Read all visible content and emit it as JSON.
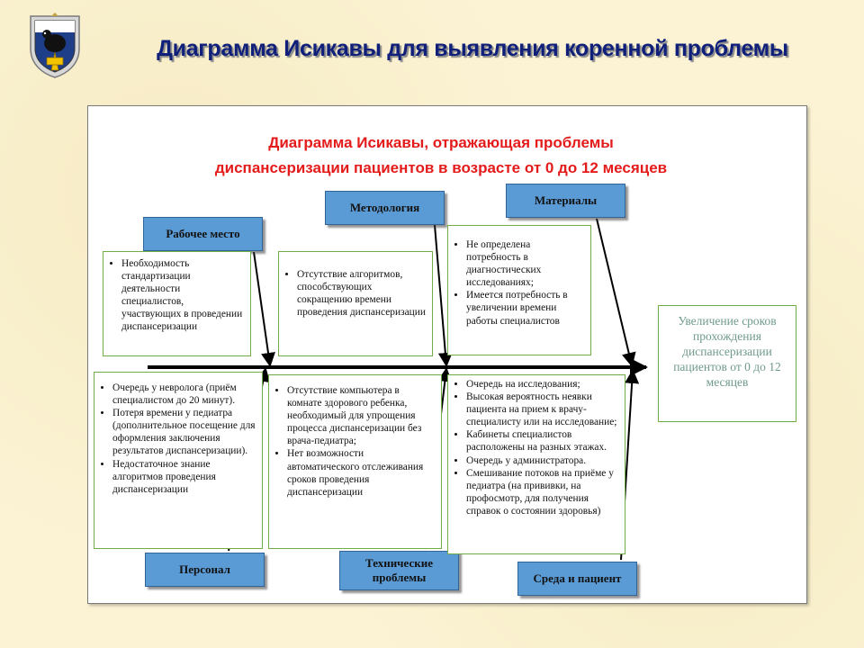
{
  "header": {
    "title": "Диаграмма Исикавы для выявления коренной проблемы"
  },
  "diagram": {
    "title_line1": "Диаграмма Исикавы, отражающая проблемы",
    "title_line2": "диспансеризации пациентов в возрасте от 0 до 12 месяцев",
    "effect": "Увеличение сроков прохождения диспансеризации пациентов от 0 до 12 месяцев",
    "categories": {
      "workplace": "Рабочее место",
      "methodology": "Методология",
      "materials": "Материалы",
      "staff": "Персонал",
      "technical_line1": "Технические",
      "technical_line2": "проблемы",
      "environment": "Среда и пациент"
    },
    "causes": {
      "workplace": [
        "Необходимость стандартизации деятельности специалистов, участвующих в проведении диспансеризации"
      ],
      "methodology": [
        "Отсутствие алгоритмов, способствующих сокращению времени проведения диспансеризации"
      ],
      "materials": [
        "Не определена потребность в диагностических исследованиях;",
        "Имеется потребность в увеличении времени работы специалистов"
      ],
      "staff": [
        "Очередь у невролога (приём специалистом до 20 минут).",
        "Потеря времени у педиатра (дополнительное посещение для оформления заключения результатов диспансеризации).",
        "Недостаточное знание алгоритмов проведения диспансеризации"
      ],
      "technical": [
        "Отсутствие компьютера в комнате здорового ребенка, необходимый для упрощения процесса диспансеризации без врача-педиатра;",
        "Нет возможности автоматического отслеживания сроков проведения диспансеризации"
      ],
      "environment": [
        "Очередь на исследования;",
        "Высокая вероятность неявки пациента на прием к врачу-специалисту или на исследование;",
        "Кабинеты специалистов расположены на разных этажах.",
        "Очередь у администратора.",
        "Смешивание потоков на приёме у педиатра (на прививки, на профосмотр, для получения справок о состоянии здоровья)"
      ]
    }
  },
  "colors": {
    "page_bg": "#fbf3d4",
    "title_navy": "#10207a",
    "diagram_title_red": "#e41b1b",
    "category_fill": "#5b9bd5",
    "box_border": "#70ad47",
    "effect_text": "#6f9a8e"
  },
  "icons": {
    "emblem": "khabarovsk-coat-of-arms-icon"
  }
}
